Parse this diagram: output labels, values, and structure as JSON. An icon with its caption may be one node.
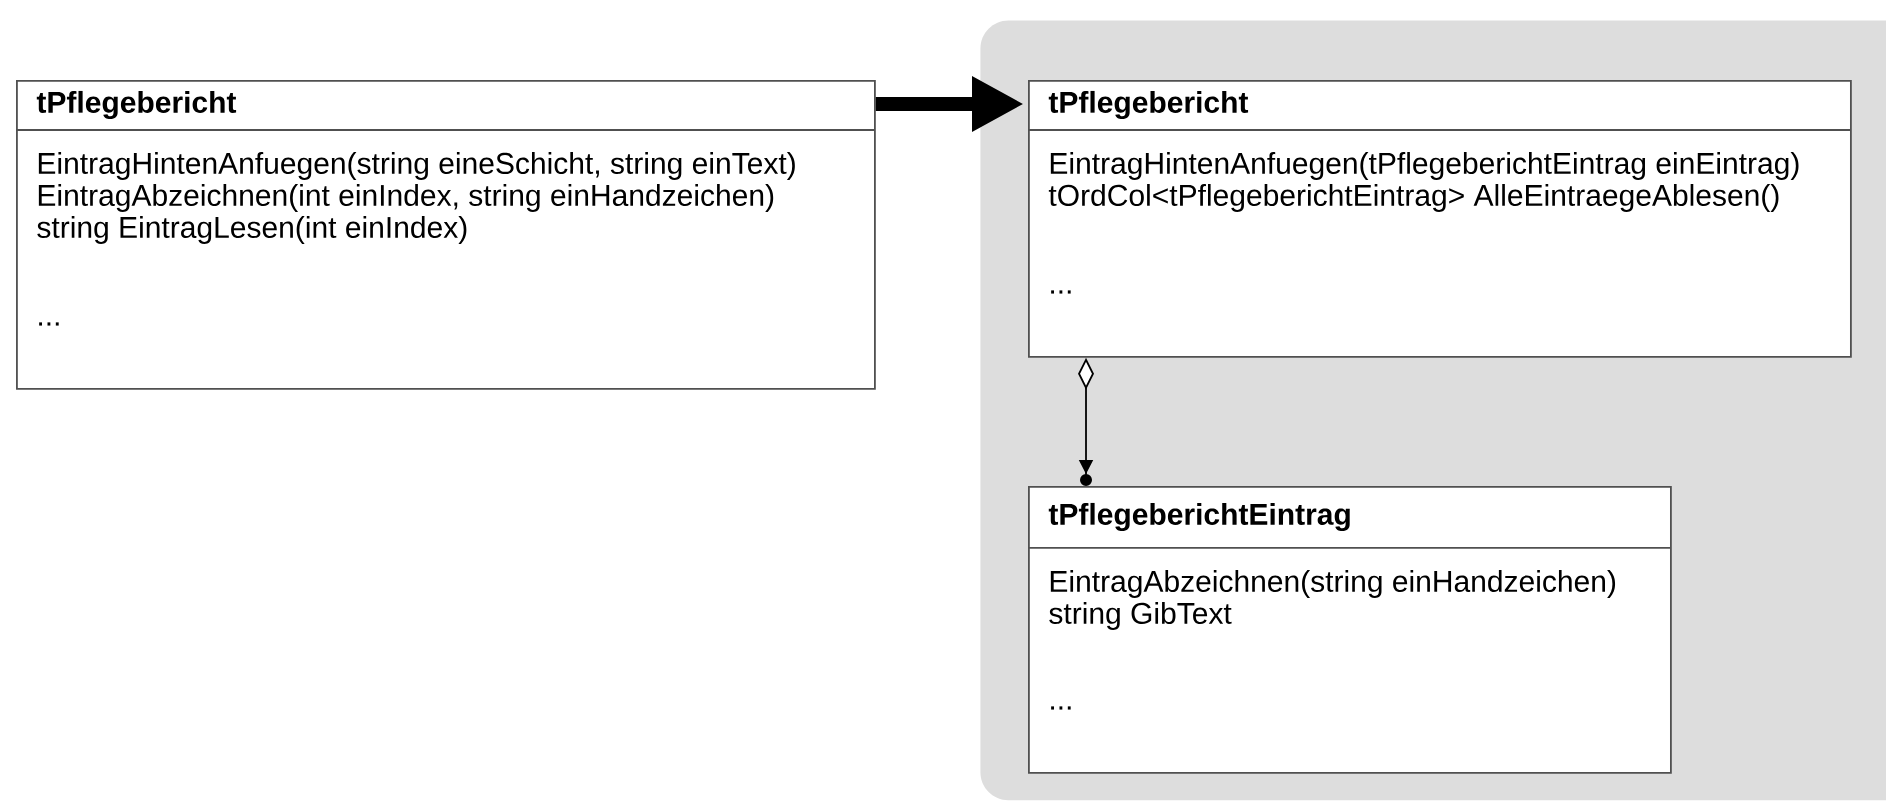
{
  "diagram": {
    "nodes": [
      {
        "text": [
          "tPflegebericht",
          "EintragHintenAnfuegen(string eineSchicht, string einText)",
          "EintragAbzeichnen(int einIndex, string einHandzeichen)",
          "string EintragLesen(int einIndex)",
          "..."
        ]
      },
      {
        "text": [],
        "shape": "box"
      },
      {
        "text": [
          "tPflegebericht",
          "EintragHintenAnfuegen(tPflegeberichtEintrag einEintrag)",
          "tOrdCol<tPflegeberichtEintrag> AlleEintraegeAblesen()",
          "..."
        ],
        "in": 1
      },
      {
        "text": [
          "tPflegeberichtEintrag",
          "EintragAbzeichnen(string einHandzeichen)",
          "string GibText",
          "..."
        ],
        "in": 1
      }
    ],
    "edges": [
      {
        "from": 0,
        "to": 2,
        "arrow": "to",
        "style": "thick"
      },
      {
        "from": 2,
        "to": 3,
        "arrow": "to"
      }
    ]
  }
}
